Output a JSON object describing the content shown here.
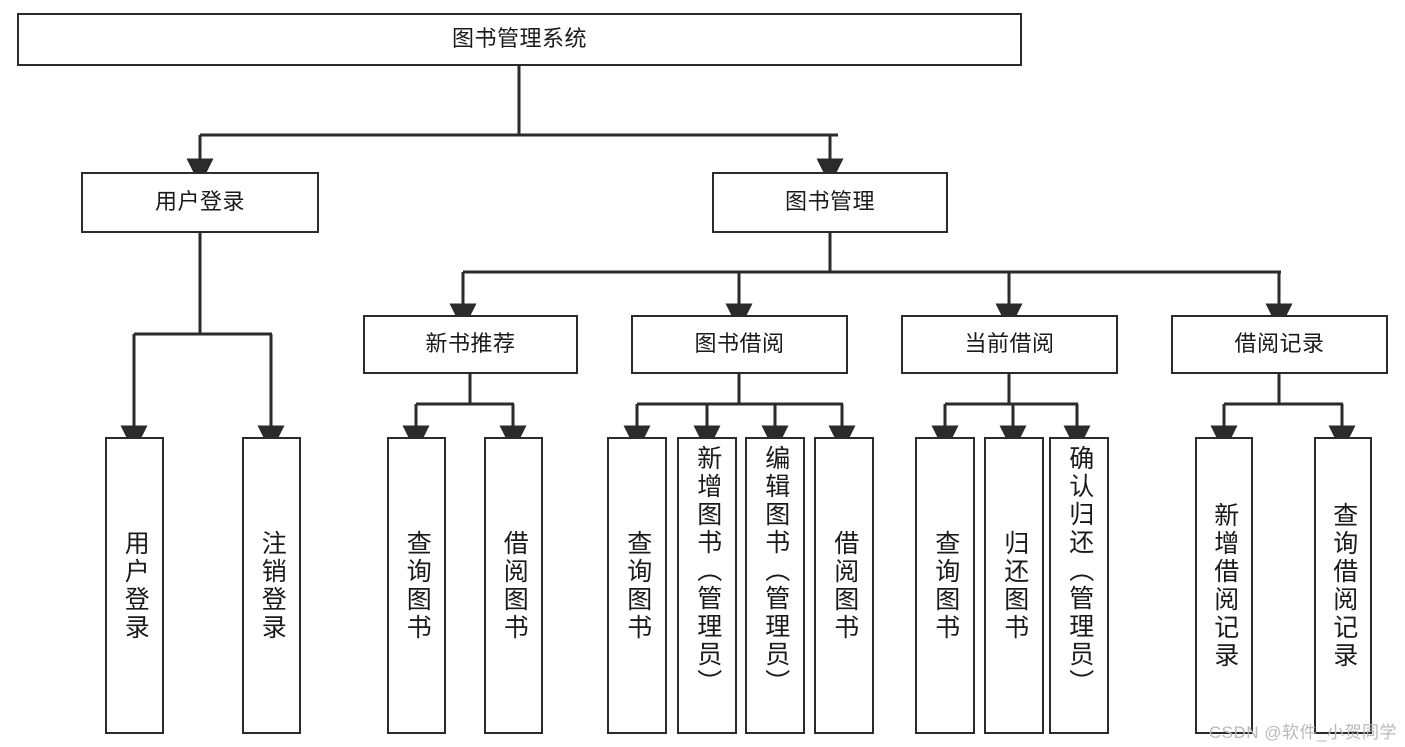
{
  "diagram": {
    "type": "tree",
    "title": "图书管理系统",
    "orientation": "top-down",
    "colors": {
      "stroke": "#2b2b2b",
      "fill": "#ffffff",
      "text": "#1a1a1a",
      "watermark": "#b9b9b9"
    },
    "watermark": "CSDN @软件_小贺同学",
    "root": {
      "id": "root",
      "label": "图书管理系统"
    },
    "level2": [
      {
        "id": "user-login",
        "label": "用户登录"
      },
      {
        "id": "book-manage",
        "label": "图书管理"
      }
    ],
    "level3": [
      {
        "id": "new-book-recommend",
        "label": "新书推荐",
        "parent": "book-manage"
      },
      {
        "id": "book-borrow",
        "label": "图书借阅",
        "parent": "book-manage"
      },
      {
        "id": "current-borrow",
        "label": "当前借阅",
        "parent": "book-manage"
      },
      {
        "id": "borrow-record",
        "label": "借阅记录",
        "parent": "book-manage"
      }
    ],
    "leaves": {
      "user_login": [
        {
          "id": "leaf-user-login",
          "label": "用户登录"
        },
        {
          "id": "leaf-user-logout",
          "label": "注销登录"
        }
      ],
      "new_book_recommend": [
        {
          "id": "leaf-query-book-1",
          "label": "查询图书"
        },
        {
          "id": "leaf-borrow-book-1",
          "label": "借阅图书"
        }
      ],
      "book_borrow": [
        {
          "id": "leaf-query-book-2",
          "label": "查询图书"
        },
        {
          "id": "leaf-add-book",
          "label": "新增图书（管理员）"
        },
        {
          "id": "leaf-edit-book",
          "label": "编辑图书（管理员）"
        },
        {
          "id": "leaf-borrow-book-2",
          "label": "借阅图书"
        }
      ],
      "current_borrow": [
        {
          "id": "leaf-query-book-3",
          "label": "查询图书"
        },
        {
          "id": "leaf-return-book",
          "label": "归还图书"
        },
        {
          "id": "leaf-confirm-return",
          "label": "确认归还（管理员）"
        }
      ],
      "borrow_record": [
        {
          "id": "leaf-add-record",
          "label": "新增借阅记录"
        },
        {
          "id": "leaf-query-record",
          "label": "查询借阅记录"
        }
      ]
    }
  }
}
